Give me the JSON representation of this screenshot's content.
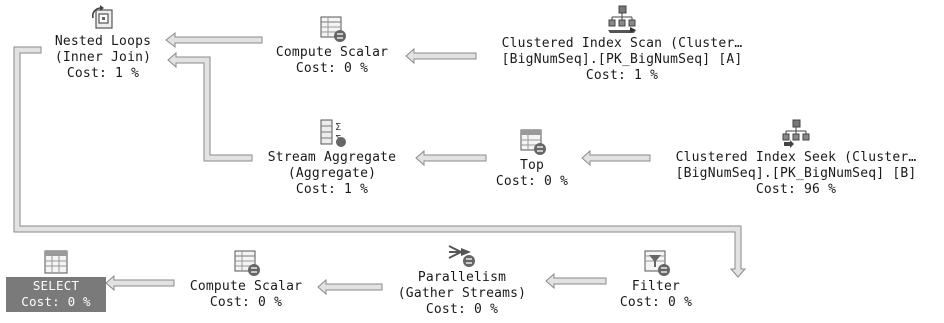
{
  "colors": {
    "arrow_fill": "#e2e2e2",
    "arrow_stroke": "#8a8a8a",
    "selected_bg": "#7a7a7a",
    "selected_text": "#ffffff",
    "text": "#1a1a1a"
  },
  "operators": {
    "nested_loops": {
      "icon": "nested-loops-icon",
      "line1": "Nested Loops",
      "line2": "(Inner Join)",
      "cost": "Cost: 1 %"
    },
    "compute_scalar_top": {
      "icon": "compute-scalar-icon",
      "line1": "Compute Scalar",
      "cost": "Cost: 0 %"
    },
    "clustered_index_scan": {
      "icon": "clustered-index-scan-icon",
      "line1": "Clustered Index Scan (Cluster…",
      "line2": "[BigNumSeq].[PK_BigNumSeq] [A]",
      "cost": "Cost: 1 %"
    },
    "stream_aggregate": {
      "icon": "stream-aggregate-icon",
      "line1": "Stream Aggregate",
      "line2": "(Aggregate)",
      "cost": "Cost: 1 %"
    },
    "top": {
      "icon": "top-icon",
      "line1": "Top",
      "cost": "Cost: 0 %"
    },
    "clustered_index_seek": {
      "icon": "clustered-index-seek-icon",
      "line1": "Clustered Index Seek (Cluster…",
      "line2": "[BigNumSeq].[PK_BigNumSeq] [B]",
      "cost": "Cost: 96 %"
    },
    "select": {
      "icon": "select-icon",
      "line1": "SELECT",
      "cost": "Cost: 0 %"
    },
    "compute_scalar_bottom": {
      "icon": "compute-scalar-icon",
      "line1": "Compute Scalar",
      "cost": "Cost: 0 %"
    },
    "parallelism": {
      "icon": "parallelism-icon",
      "line1": "Parallelism",
      "line2": "(Gather Streams)",
      "cost": "Cost: 0 %"
    },
    "filter": {
      "icon": "filter-icon",
      "line1": "Filter",
      "cost": "Cost: 0 %"
    }
  }
}
